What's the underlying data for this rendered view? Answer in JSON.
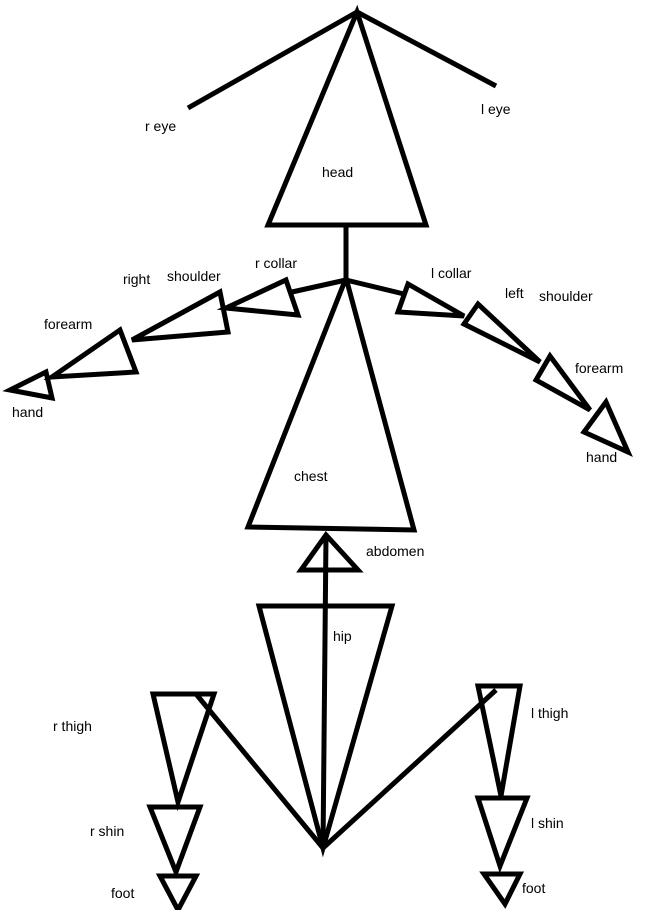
{
  "labels": {
    "r_eye": "r eye",
    "l_eye": "l eye",
    "head": "head",
    "r_collar": "r collar",
    "l_collar": "l collar",
    "right": "right",
    "right_shoulder": "shoulder",
    "left": "left",
    "left_shoulder": "shoulder",
    "r_forearm": "forearm",
    "l_forearm": "forearm",
    "r_hand": "hand",
    "l_hand": "hand",
    "chest": "chest",
    "abdomen": "abdomen",
    "hip": "hip",
    "r_thigh": "r thigh",
    "l_thigh": "l thigh",
    "r_shin": "r shin",
    "l_shin": "l shin",
    "r_foot": "foot",
    "l_foot": "foot"
  },
  "colors": {
    "stroke": "#000000",
    "background": "#ffffff"
  }
}
